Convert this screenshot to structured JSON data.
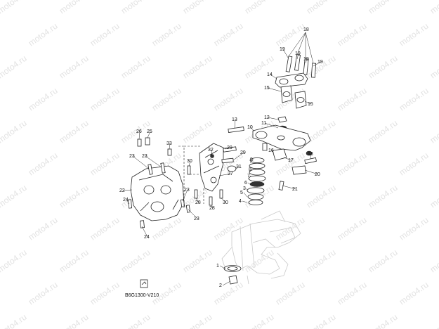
{
  "diagram": {
    "code": "B6G1300-V210",
    "watermark": "moto4.ru",
    "labels": [
      "1",
      "2",
      "3",
      "4",
      "5",
      "6",
      "7",
      "8",
      "9",
      "10",
      "11",
      "12",
      "13",
      "13",
      "14",
      "15",
      "15",
      "16",
      "17",
      "18",
      "19",
      "19",
      "19",
      "19",
      "20",
      "21",
      "22",
      "23",
      "23",
      "23",
      "23",
      "24",
      "24",
      "25",
      "26",
      "27",
      "28",
      "28",
      "29",
      "29",
      "30",
      "30",
      "31",
      "32",
      "33"
    ]
  }
}
